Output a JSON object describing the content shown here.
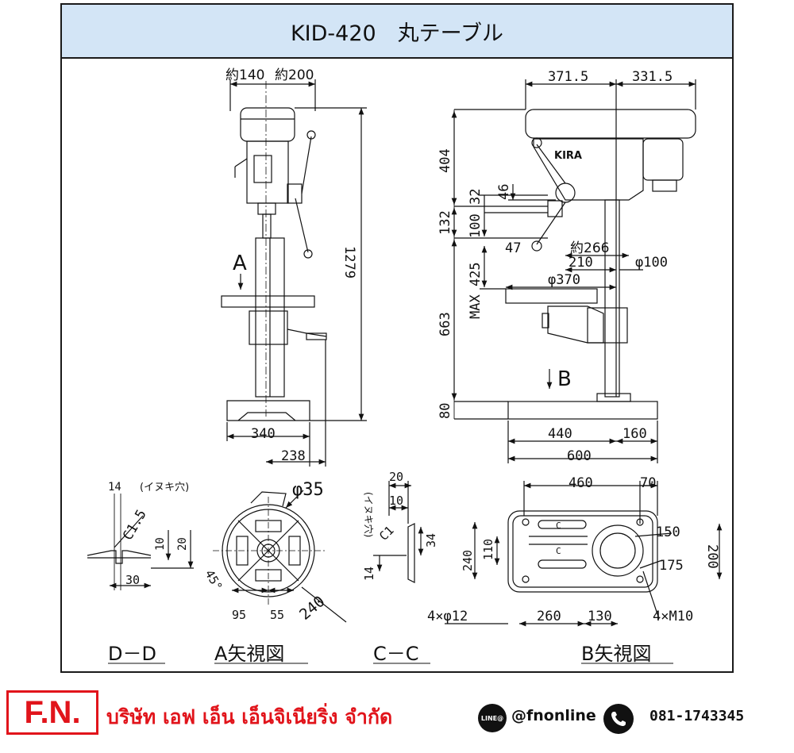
{
  "title": "KID-420　丸テーブル",
  "dims": {
    "d140": "約140",
    "d200": "約200",
    "d1279": "1279",
    "d340": "340",
    "d238": "238",
    "d371": "371.5",
    "d331": "331.5",
    "d404": "404",
    "d132": "132",
    "d663": "663",
    "d80": "80",
    "d32": "32",
    "d46": "46",
    "d100": "100",
    "d47": "47",
    "d266": "約266",
    "d425": "MAX 425",
    "d210": "210",
    "dphi100": "φ100",
    "dphi370": "φ370",
    "d440": "440",
    "d160": "160",
    "d600": "600",
    "d14a": "14",
    "hole_a": "(イヌキ穴)",
    "c15": "C1.5",
    "d10a": "10",
    "d20a": "20",
    "d30": "30",
    "phi35": "φ35",
    "d45": "45°",
    "d95": "95",
    "d55": "55",
    "d240a": "240",
    "d20b": "20",
    "d10b": "10",
    "hole_c": "(イヌキ穴)",
    "c1": "C1",
    "d34": "34",
    "d14b": "14",
    "d460": "460",
    "d70": "70",
    "d240b": "240",
    "d110": "110",
    "d150": "150",
    "d175": "175",
    "d200b": "200",
    "c_mark": "C",
    "holes12": "4×φ12",
    "d260": "260",
    "d130": "130",
    "m10": "4×M10"
  },
  "markers": {
    "a_arrow": "A",
    "b_arrow": "B",
    "brand": "KIRA"
  },
  "labels": {
    "dd": "D－D",
    "aview": "A矢視図",
    "cc": "C－C",
    "bview": "B矢視図"
  },
  "footer": {
    "logo": "F.N.",
    "company": "บริษัท เอฟ เอ็น เอ็นจิเนียริ่ง จำกัด",
    "line_label": "LINE@",
    "line_id": "@fnonline",
    "phone": "081-1743345"
  }
}
